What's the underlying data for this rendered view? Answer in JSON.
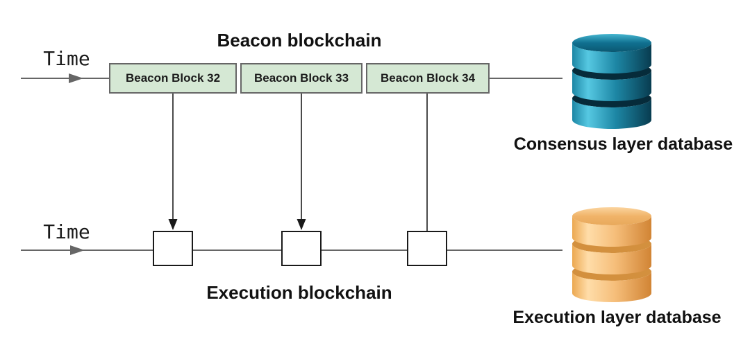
{
  "beacon_chain": {
    "title": "Beacon blockchain",
    "time_label": "Time",
    "blocks": [
      "Beacon Block 32",
      "Beacon Block 33",
      "Beacon Block 34"
    ]
  },
  "execution_chain": {
    "title": "Execution blockchain",
    "time_label": "Time",
    "block_count": 3
  },
  "consensus_db": {
    "label": "Consensus layer database"
  },
  "execution_db": {
    "label": "Execution layer database"
  },
  "icons": {
    "consensus_db": "database-cylinder-teal",
    "execution_db": "database-cylinder-orange"
  },
  "colors": {
    "block_fill": "#d5e8d4",
    "block_border": "#666666",
    "line": "#666666",
    "vertical_line": "#4a4a4a",
    "arrow": "#1a1a1a",
    "square_border": "#1a1a1a",
    "text": "#111111",
    "db_teal_light": "#56c8e2",
    "db_teal_mid": "#1d87a5",
    "db_teal_dark": "#083c50",
    "db_teal_gap": "#062b3a",
    "db_orange_light": "#ffdda9",
    "db_orange_mid": "#eca851",
    "db_orange_dark": "#d18434",
    "db_orange_gap": "#d3903e"
  }
}
